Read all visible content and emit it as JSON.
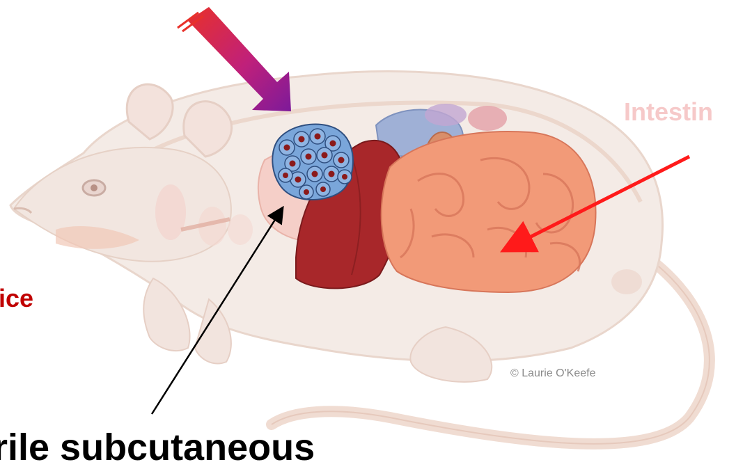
{
  "labels": {
    "mice": "ice",
    "intestine": "Intestin",
    "sterile": "rile subcutaneous",
    "copyright": "© Laurie O'Keefe"
  },
  "colors": {
    "bold_arrow_start": "#e8312a",
    "bold_arrow_end": "#8b1a8f",
    "red_arrow": "#ff1a1a",
    "black_arrow": "#000000",
    "tumor_cells": "#6f9fd6",
    "tumor_nuclei": "#8b1a1a"
  },
  "icons": {
    "mouse": "anatomical-mouse-illustration",
    "tumor": "tumor-cell-cluster"
  }
}
